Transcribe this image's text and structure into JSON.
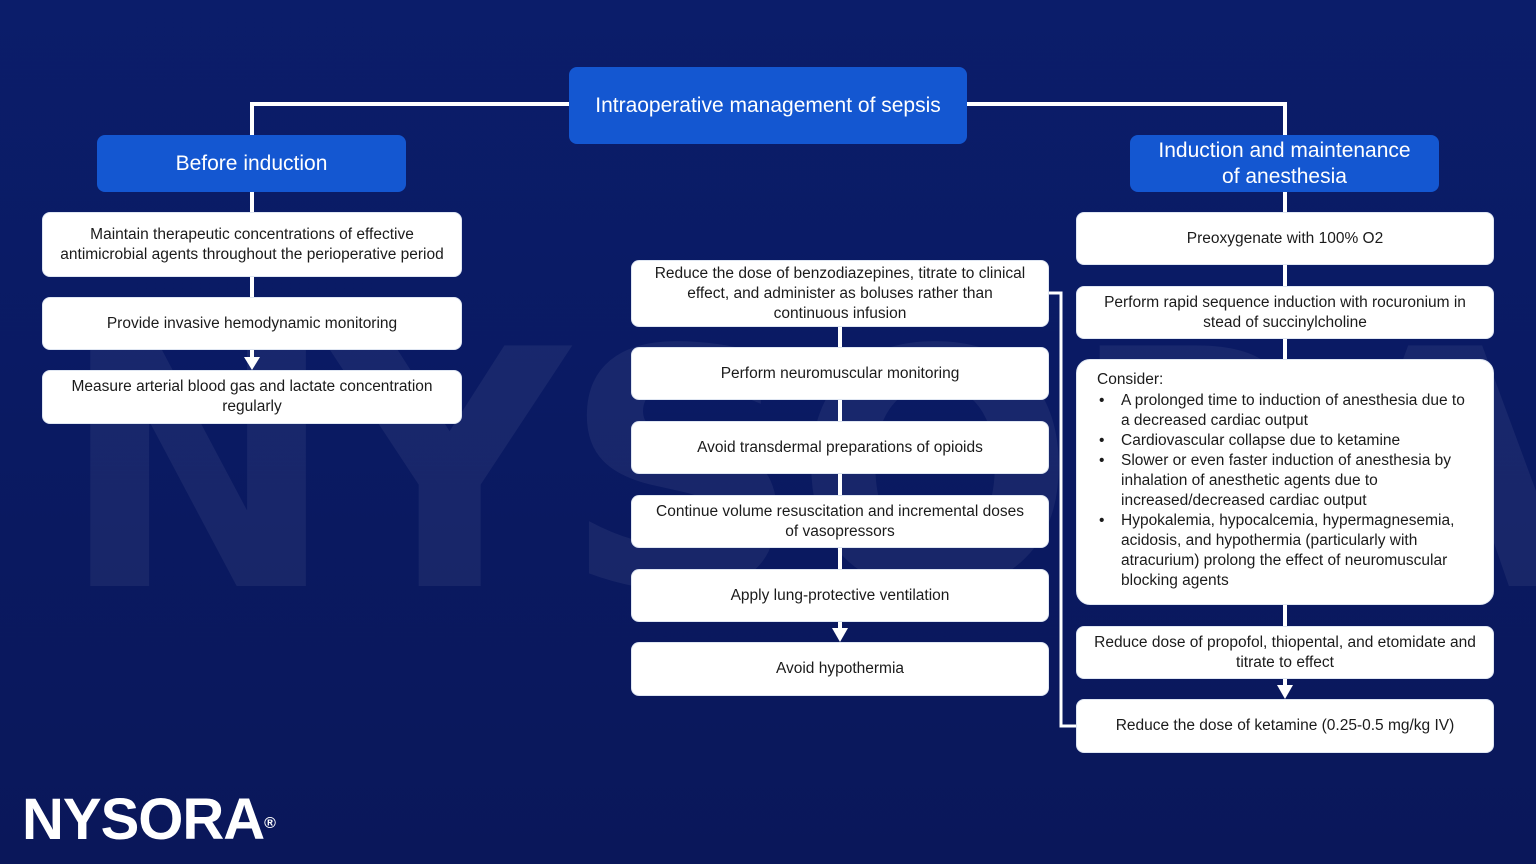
{
  "title": "Intraoperative management of sepsis",
  "left": {
    "header": "Before induction",
    "items": [
      "Maintain therapeutic concentrations of effective antimicrobial agents throughout the perioperative period",
      "Provide invasive hemodynamic monitoring",
      "Measure arterial blood gas and lactate concentration regularly"
    ]
  },
  "middle": {
    "items": [
      "Reduce the dose of benzodiazepines, titrate to clinical effect, and administer as boluses rather than continuous infusion",
      "Perform neuromuscular monitoring",
      "Avoid transdermal preparations of opioids",
      "Continue volume resuscitation and incremental doses of vasopressors",
      "Apply lung-protective ventilation",
      "Avoid hypothermia"
    ]
  },
  "right": {
    "header": "Induction and maintenance of anesthesia",
    "items": [
      "Preoxygenate with 100% O2",
      "Perform rapid sequence induction with rocuronium in stead of succinylcholine"
    ],
    "consider": {
      "title": "Consider:",
      "bullets": [
        "A prolonged time to induction of anesthesia due to a decreased cardiac output",
        "Cardiovascular collapse due to ketamine",
        "Slower or even faster induction of anesthesia by inhalation of anesthetic agents due to increased/decreased cardiac output",
        "Hypokalemia, hypocalcemia, hypermagnesemia, acidosis, and hypothermia (particularly with atracurium) prolong the effect of neuromuscular blocking agents"
      ]
    },
    "items_after": [
      "Reduce dose of propofol, thiopental, and etomidate and titrate to effect",
      "Reduce the dose of ketamine (0.25-0.5 mg/kg IV)"
    ]
  },
  "watermark": "NYSORA",
  "logo": {
    "text": "NYSORA",
    "mark": "®"
  },
  "colors": {
    "background": "#0b1d6a",
    "header": "#1457d1",
    "box": "#ffffff",
    "line": "#ffffff"
  }
}
